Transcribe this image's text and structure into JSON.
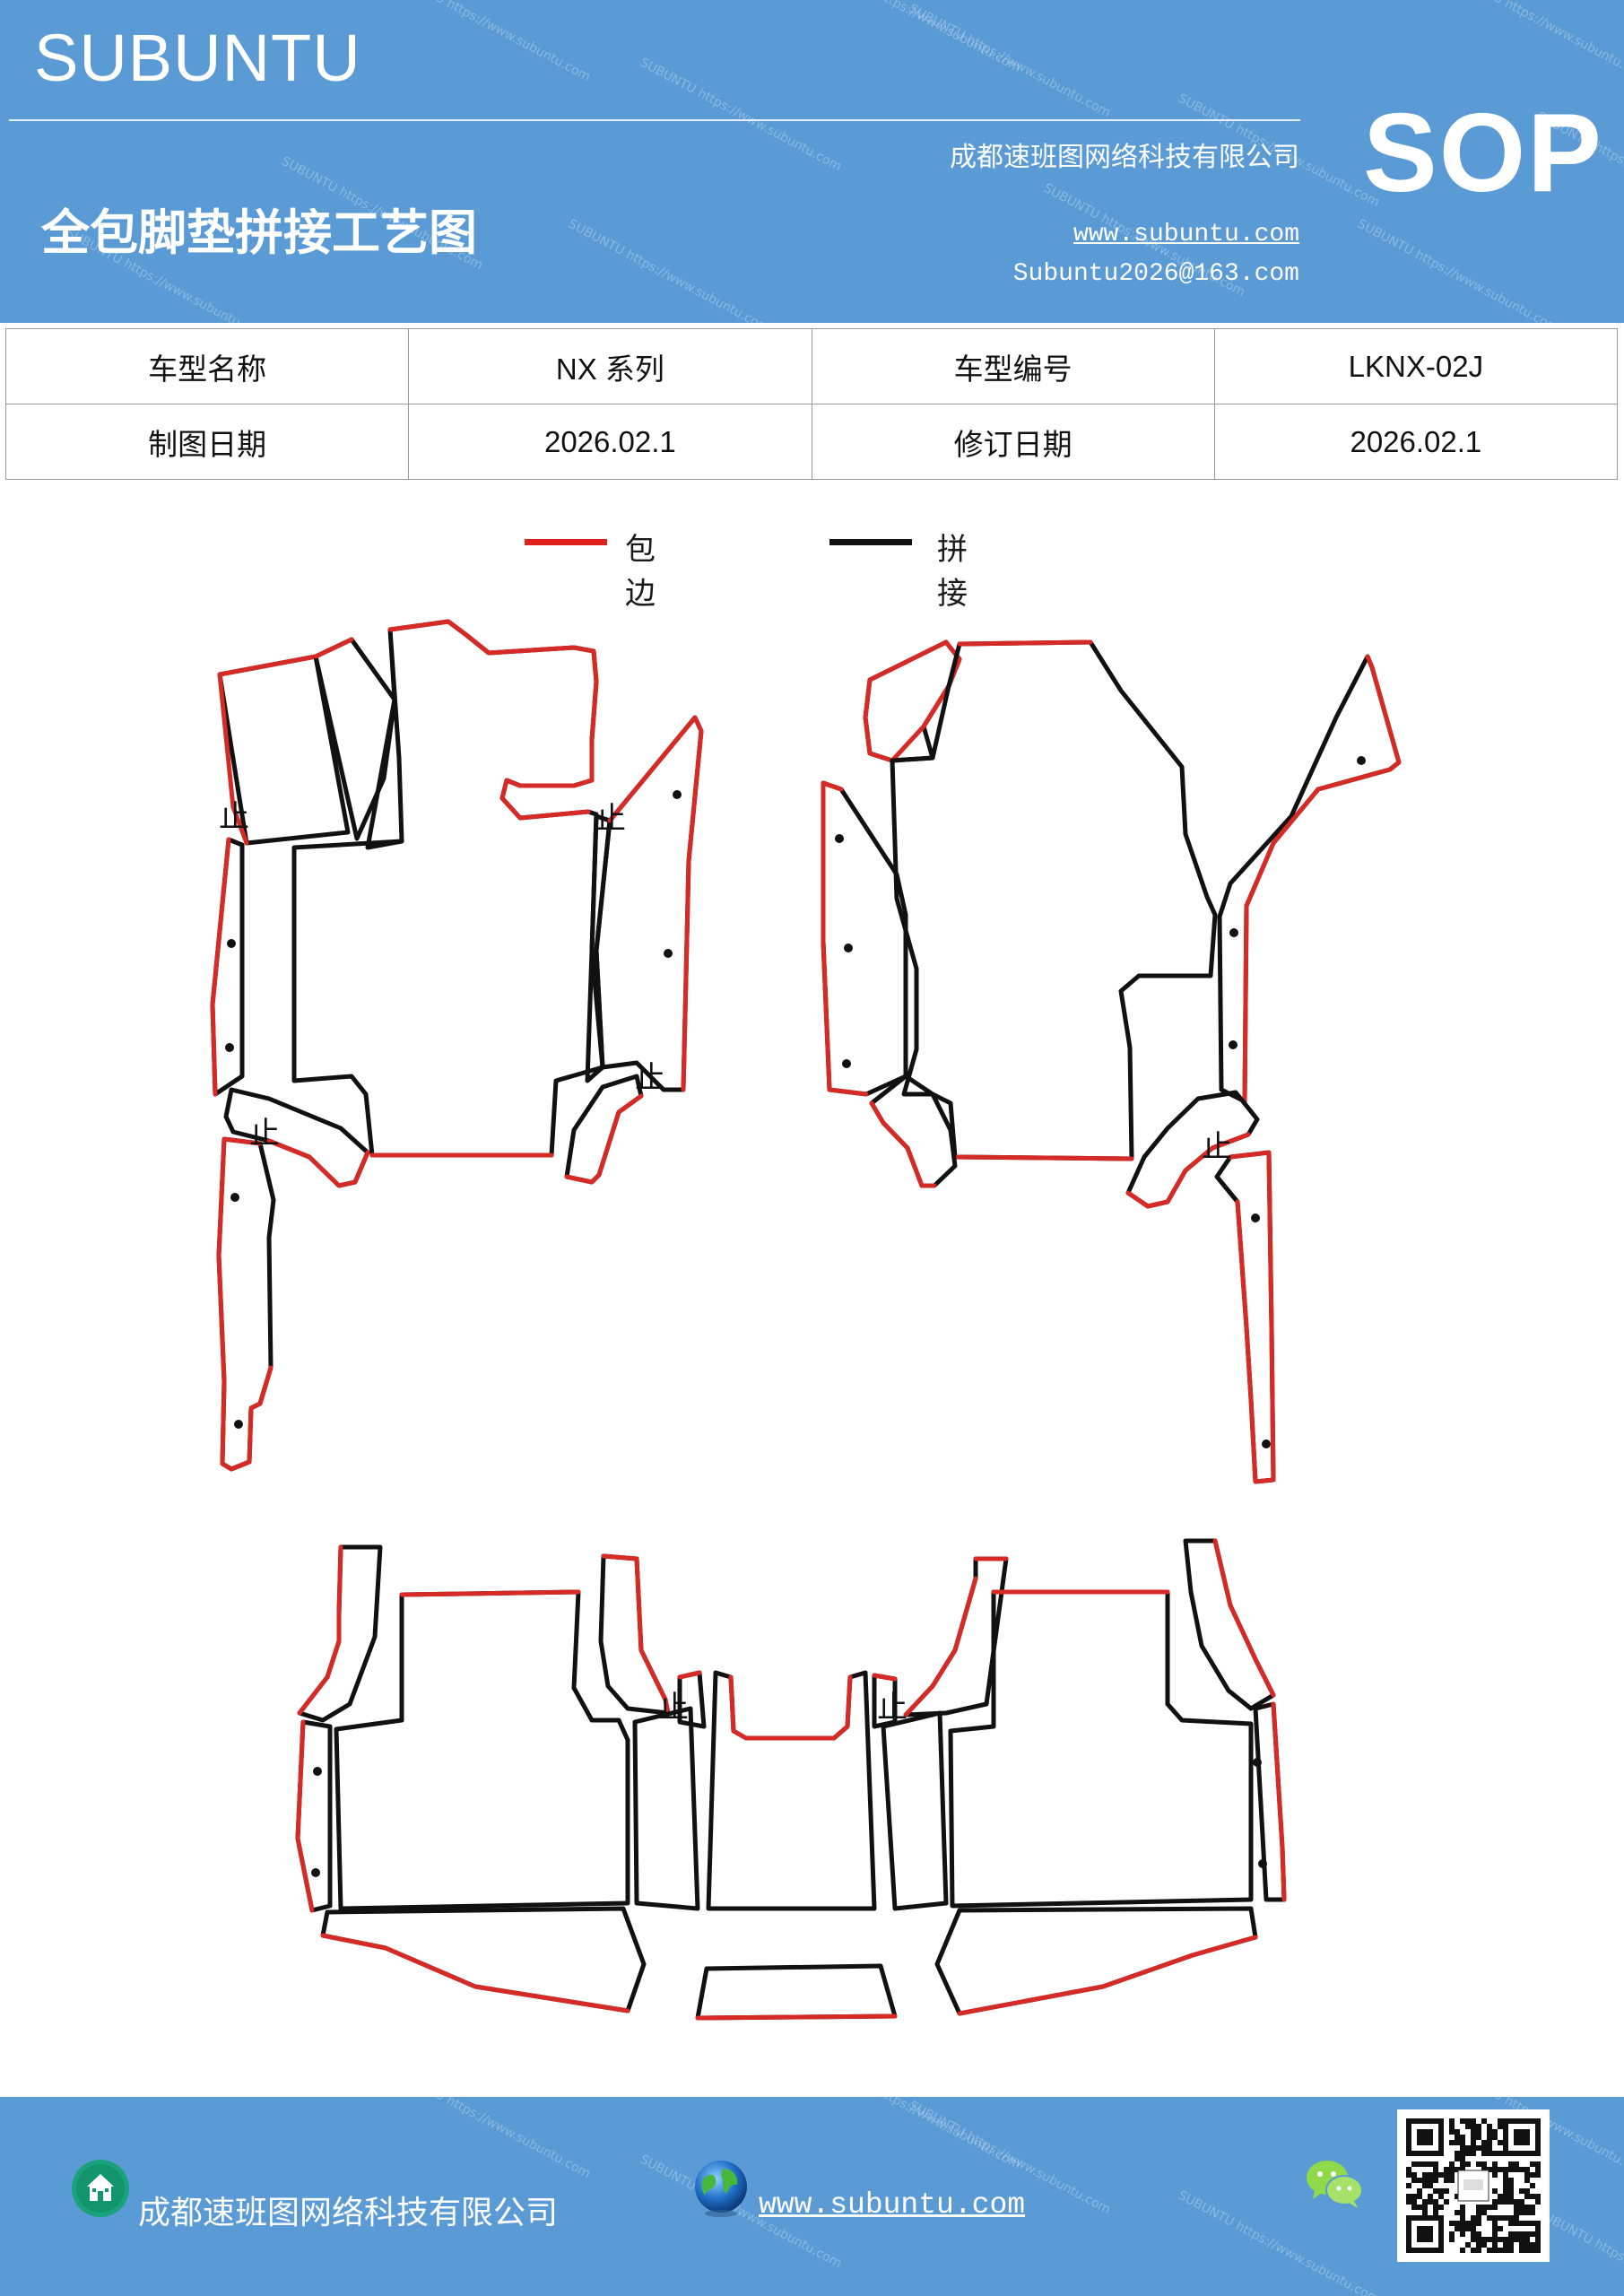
{
  "header": {
    "brand": "SUBUNTU",
    "company": "成都速班图网络科技有限公司",
    "title": "全包脚垫拼接工艺图",
    "website": "www.subuntu.com",
    "email": "Subuntu2026@163.com",
    "badge": "SOP",
    "watermark": "SUBUNTU https://www.subuntu.com"
  },
  "info_table": {
    "rows": [
      [
        {
          "label": "车型名称",
          "value": "NX 系列"
        },
        {
          "label": "车型编号",
          "value": "LKNX-02J"
        }
      ],
      [
        {
          "label": "制图日期",
          "value": "2026.02.1"
        },
        {
          "label": "修订日期",
          "value": "2026.02.1"
        }
      ]
    ]
  },
  "legend": [
    {
      "label": "包边",
      "color": "#e0201c"
    },
    {
      "label": "拼接",
      "color": "#111111"
    }
  ],
  "diagram": {
    "edge_color": "#d62a26",
    "seam_color": "#111111",
    "marker": "止"
  },
  "footer": {
    "company": "成都速班图网络科技有限公司",
    "website": "www.subuntu.com",
    "icons": [
      "company-icon",
      "globe-icon",
      "wechat-icon",
      "qr-code"
    ]
  }
}
